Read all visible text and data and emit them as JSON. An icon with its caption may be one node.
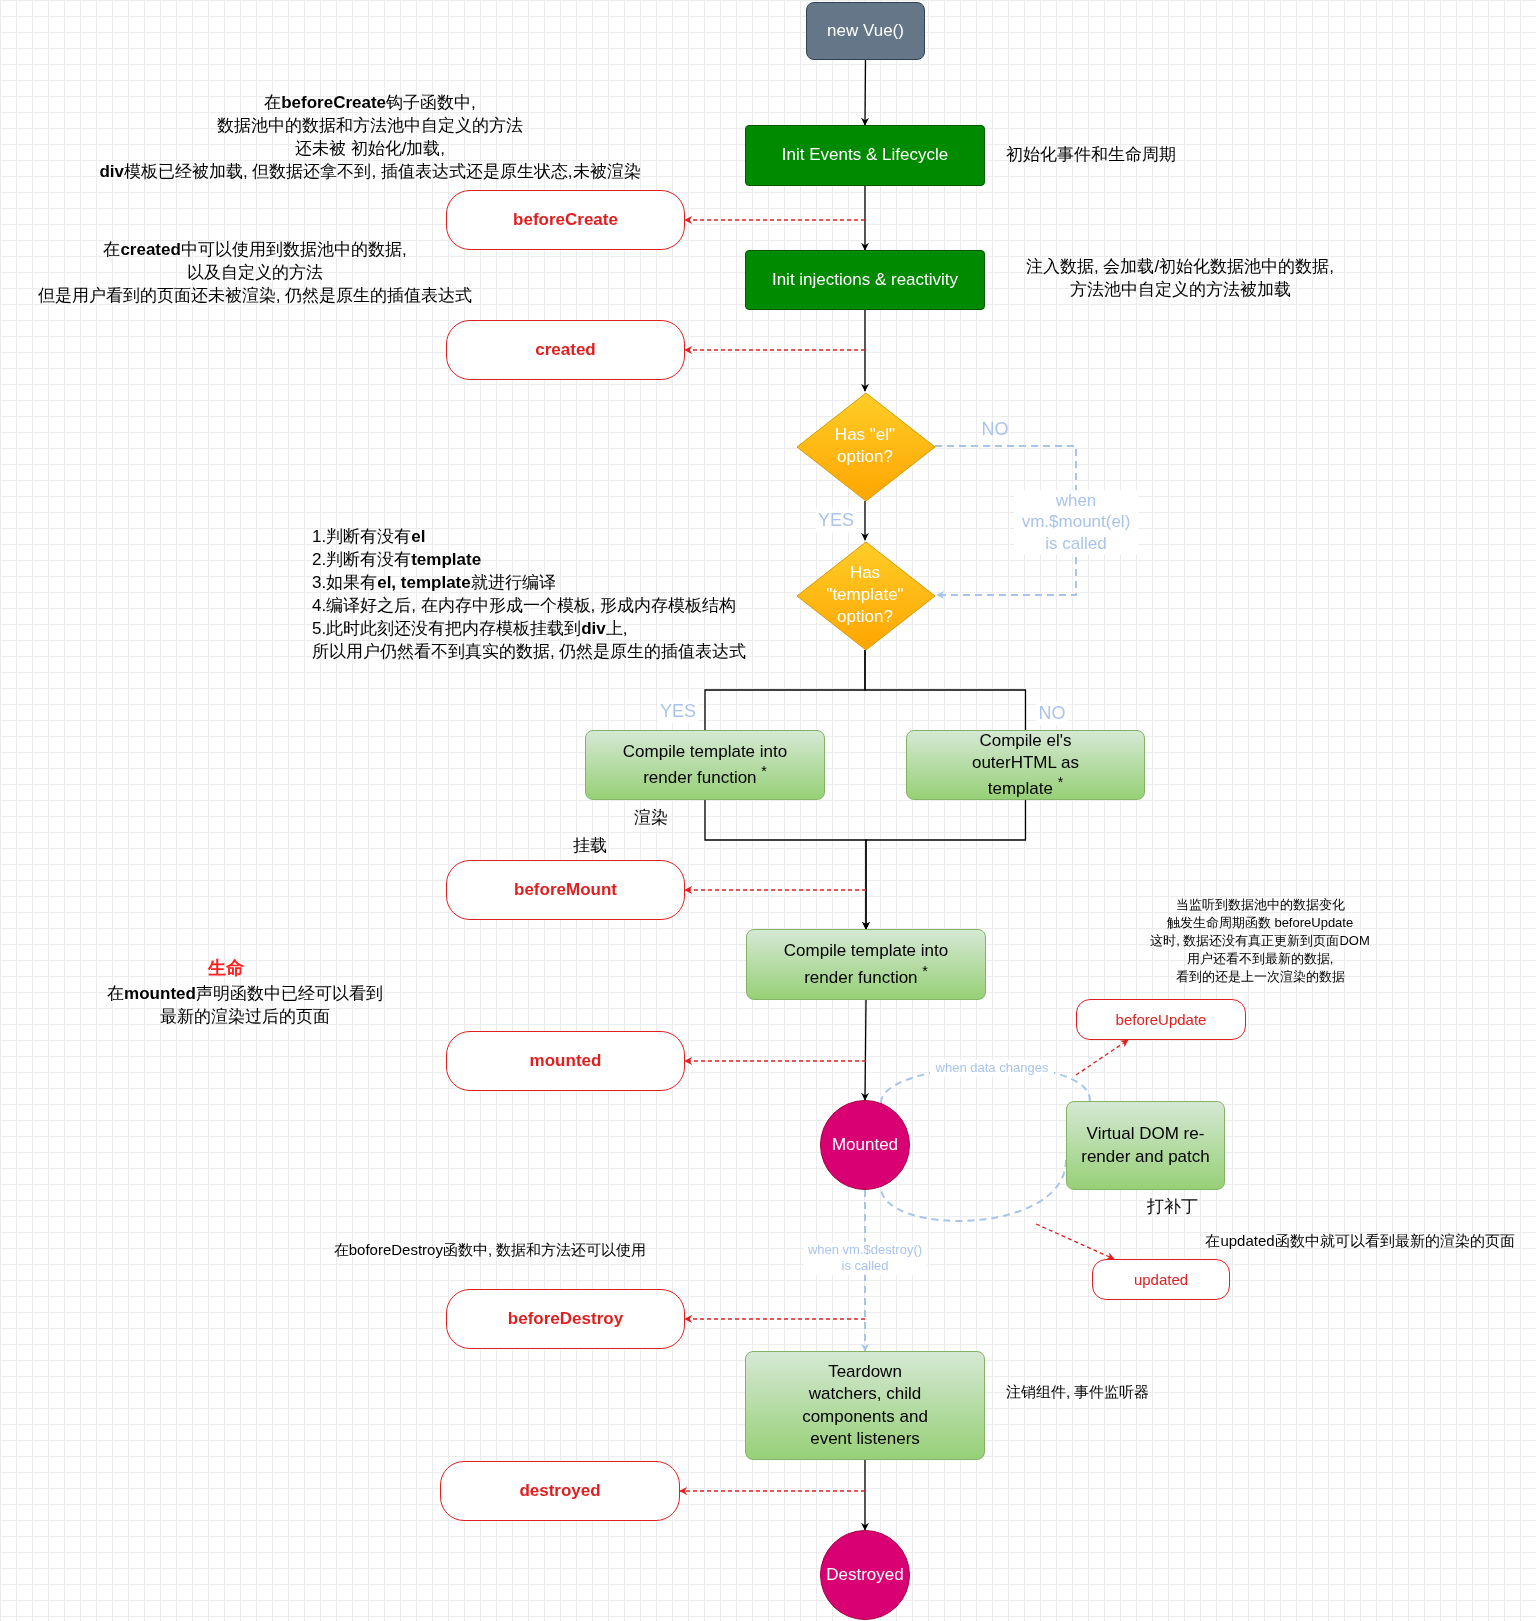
{
  "diagram": {
    "nodes": [
      {
        "text": [
          "new Vue()"
        ]
      },
      {
        "text": [
          "Init Events & Lifecycle"
        ],
        "beside": [
          "初始化事件和生命周期"
        ]
      },
      {
        "text": [
          "beforeCreate"
        ]
      },
      {
        "text": [
          "Init injections & reactivity"
        ]
      },
      {
        "text": [
          "created"
        ]
      },
      {
        "text": [
          "Has \"el\" option?"
        ]
      },
      {
        "text": [
          "Has \"template\" option?"
        ]
      },
      {
        "text": [
          "Compile template into render function $^{*}$"
        ],
        "beside": [
          "渲染"
        ]
      },
      {
        "text": [
          "Compile el's outerHTML as template $^{*}$"
        ]
      },
      {
        "text": [
          "beforeMount"
        ],
        "beside": [
          "挂载"
        ]
      },
      {
        "text": [
          "Compile template into render function $^{*}$"
        ]
      },
      {
        "text": [
          "mounted"
        ]
      },
      {
        "text": [
          "beforeUpdate"
        ]
      },
      {
        "text": [
          "Mounted"
        ]
      },
      {
        "text": [
          "Virtual DOM re-render and patch"
        ],
        "beside": [
          "打补丁"
        ]
      },
      {
        "text": [
          "updated"
        ]
      },
      {
        "text": [
          "beforeDestroy"
        ]
      },
      {
        "text": [
          "Teardown watchers, child components and event listeners"
        ],
        "beside": [
          "注销组件, 事件监听器"
        ]
      },
      {
        "text": [
          "destroyed"
        ]
      },
      {
        "text": [
          "Destroyed"
        ]
      }
    ],
    "edges": [
      {
        "from": 0,
        "to": 1,
        "arrow": "to"
      },
      {
        "from": 1,
        "to": 3,
        "arrow": "to"
      },
      {
        "from": null,
        "to": 2,
        "arrow": "to",
        "style": "dashed",
        "color": "#e02020"
      },
      {
        "from": 3,
        "to": 5,
        "arrow": "to"
      },
      {
        "from": null,
        "to": 4,
        "arrow": "to",
        "style": "dashed",
        "color": "#e02020"
      },
      {
        "from": 5,
        "to": 6,
        "arrow": "to",
        "label": "YES"
      },
      {
        "from": 5,
        "to": 6,
        "arrow": "to",
        "label": "when vm.$mount(el) is called",
        "style": "dashed",
        "color": "#a9c4eb"
      },
      {
        "from": 6,
        "to": 7,
        "arrow": "none",
        "label": "YES"
      },
      {
        "from": 6,
        "to": 8,
        "arrow": "none",
        "label": "NO"
      },
      {
        "from": 7,
        "to": 10,
        "arrow": "to"
      },
      {
        "from": 8,
        "to": 10,
        "arrow": "to"
      },
      {
        "from": null,
        "to": 9,
        "arrow": "to",
        "style": "dashed",
        "color": "#e02020"
      },
      {
        "from": 10,
        "to": 13,
        "arrow": "to"
      },
      {
        "from": null,
        "to": 11,
        "arrow": "to",
        "style": "dashed",
        "color": "#e02020"
      },
      {
        "from": 13,
        "to": 14,
        "arrow": "none",
        "label": "when data changes",
        "style": "dashed",
        "color": "#a9c4eb"
      },
      {
        "from": 14,
        "to": 13,
        "arrow": "none",
        "style": "dashed",
        "color": "#a9c4eb"
      },
      {
        "from": null,
        "to": 12,
        "arrow": "to",
        "style": "dashed",
        "color": "#e02020"
      },
      {
        "from": null,
        "to": 15,
        "arrow": "to",
        "style": "dashed",
        "color": "#e02020"
      },
      {
        "from": 13,
        "to": 17,
        "arrow": "to",
        "label": "when vm.$destroy() is called",
        "style": "dashed",
        "color": "#a9c4eb"
      },
      {
        "from": null,
        "to": 16,
        "arrow": "to",
        "style": "dashed",
        "color": "#e02020"
      },
      {
        "from": 17,
        "to": 19,
        "arrow": "to"
      },
      {
        "from": null,
        "to": 18,
        "arrow": "to",
        "style": "dashed",
        "color": "#e02020"
      }
    ],
    "labels": [
      "在**beforeCreate**钩子函数中,",
      "数据池中的数据和方法池中自定义的方法",
      "还未被 初始化/加载,",
      "**div**模板已经被加载, 但数据还拿不到, 插值表达式还是原生状态,未被渲染",
      "在**created**中可以使用到数据池中的数据,",
      "以及自定义的方法",
      "但是用户看到的页面还未被渲染, 仍然是原生的插值表达式",
      "注入数据, 会加载/初始化数据池中的数据,",
      "方法池中自定义的方法被加载",
      "NO",
      "1.判断有没有**el**",
      "2.判断有没有**template**",
      "3.如果有**el, template**就进行编译",
      "4.编译好之后, 在内存中形成一个模板, 形成内存模板结构",
      "5.此时此刻还没有把内存模板挂载到**div**上,",
      "所以用户仍然看不到真实的数据, 仍然是原生的插值表达式",
      "在**mounted**声明函数中已经可以看到",
      "生命",
      "最新的渲染过后的页面",
      "当监听到数据池中的数据变化",
      "触发生命周期函数 beforeUpdate",
      "这时, 数据还没有真正更新到页面DOM",
      "用户还看不到最新的数据,",
      "看到的还是上一次渲染的数据",
      "在updated函数中就可以看到最新的渲染的页面",
      "在boforeDestroy函数中, 数据和方法还可以使用"
    ]
  }
}
